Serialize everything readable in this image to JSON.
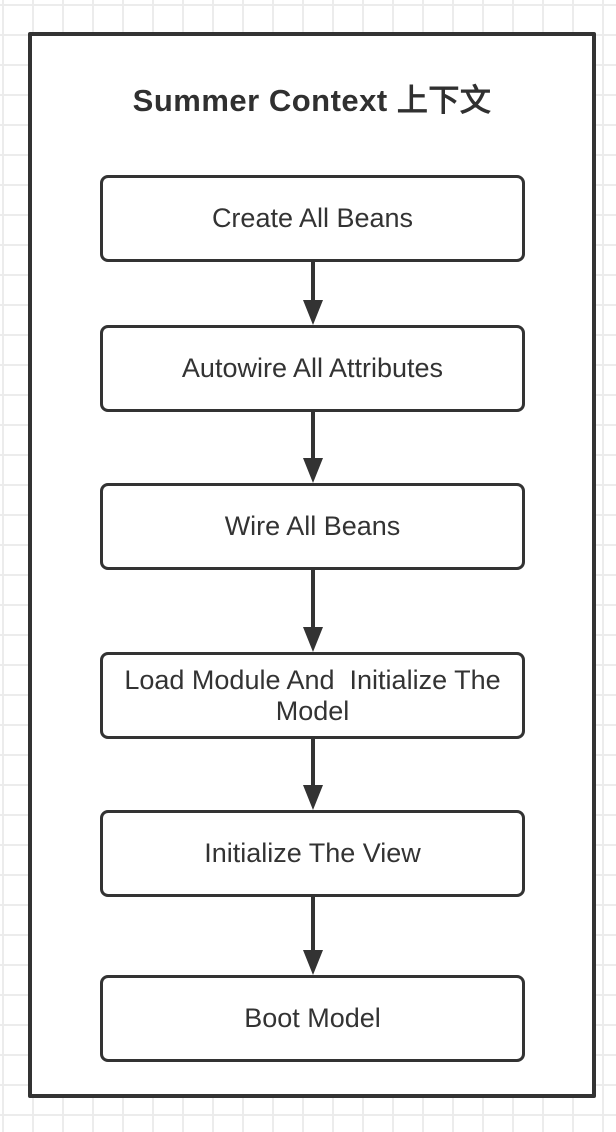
{
  "diagram": {
    "title": "Summer Context 上下文",
    "type": "flowchart",
    "direction": "top-down",
    "steps": [
      {
        "id": 1,
        "label": "Create All Beans"
      },
      {
        "id": 2,
        "label": "Autowire All Attributes"
      },
      {
        "id": 3,
        "label": "Wire All Beans"
      },
      {
        "id": 4,
        "label": "Load Module And  Initialize The Model"
      },
      {
        "id": 5,
        "label": "Initialize The View"
      },
      {
        "id": 6,
        "label": "Boot Model"
      }
    ],
    "connections": [
      {
        "from": 1,
        "to": 2,
        "style": "arrow-down"
      },
      {
        "from": 2,
        "to": 3,
        "style": "arrow-down"
      },
      {
        "from": 3,
        "to": 4,
        "style": "arrow-down"
      },
      {
        "from": 4,
        "to": 5,
        "style": "arrow-down"
      },
      {
        "from": 5,
        "to": 6,
        "style": "arrow-down"
      }
    ],
    "colors": {
      "stroke": "#333333",
      "text": "#333333",
      "node_fill": "#ffffff",
      "frame_fill": "#ffffff",
      "background": "#ffffff",
      "grid_line": "#ececec"
    }
  }
}
